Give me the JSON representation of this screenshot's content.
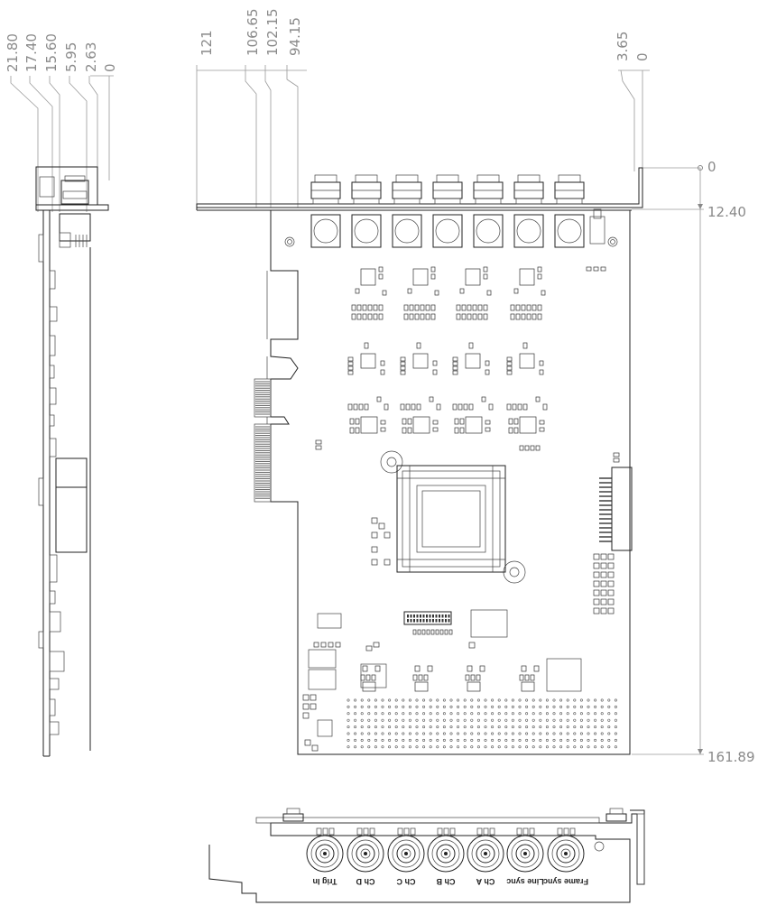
{
  "side_view": {
    "dimensions": [
      "21.80",
      "17.40",
      "15.60",
      "5.95",
      "2.63",
      "0"
    ]
  },
  "top_view": {
    "dimensions_top": [
      "121",
      "106.65",
      "102.15",
      "94.15",
      "3.65",
      "0"
    ],
    "dimensions_right": [
      "0",
      "12.40",
      "161.89"
    ]
  },
  "bracket_view": {
    "connector_labels": [
      "Trig In",
      "Ch D",
      "Ch C",
      "Ch B",
      "Ch A",
      "Line sync",
      "Frame sync"
    ]
  }
}
